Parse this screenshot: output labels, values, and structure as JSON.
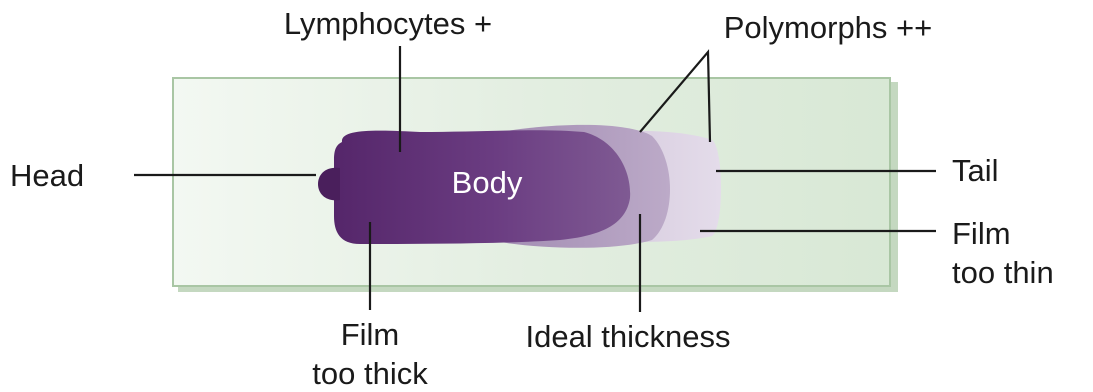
{
  "labels": {
    "lymphocytes": "Lymphocytes +",
    "polymorphs": "Polymorphs ++",
    "head": "Head",
    "body": "Body",
    "tail": "Tail",
    "film_too_thin_line1": "Film",
    "film_too_thin_line2": "too thin",
    "film_too_thick_line1": "Film",
    "film_too_thick_line2": "too thick",
    "ideal_thickness": "Ideal thickness"
  },
  "colors": {
    "slide_fill": "#e4efe2",
    "slide_border": "#a9c6a4",
    "smear_dark": "#5a2a6c",
    "smear_mid": "#7c5590",
    "smear_light": "#b3a0c0",
    "smear_tail": "#d9cfe0"
  }
}
